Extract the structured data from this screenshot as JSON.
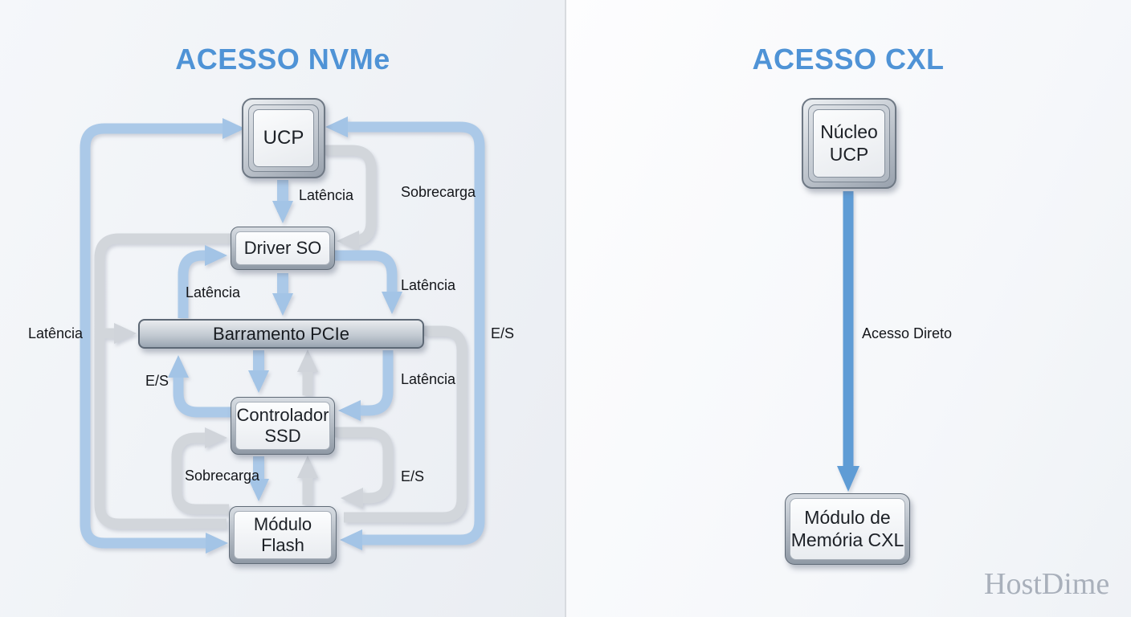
{
  "left_panel": {
    "title": "ACESSO NVMe",
    "boxes": {
      "ucp": {
        "label": "UCP"
      },
      "driver": {
        "label": "Driver SO"
      },
      "pcie": {
        "label": "Barramento PCIe"
      },
      "controlador": {
        "line1": "Controlador",
        "line2": "SSD"
      },
      "flash": {
        "line1": "Módulo",
        "line2": "Flash"
      }
    },
    "edge_labels": [
      {
        "id": "latencia-ucp-driver",
        "text": "Latência"
      },
      {
        "id": "sobrecarga-ucp-driver",
        "text": "Sobrecarga"
      },
      {
        "id": "latencia-pcie-driver-left",
        "text": "Latência"
      },
      {
        "id": "latencia-driver-pcie-right",
        "text": "Latência"
      },
      {
        "id": "latencia-left-long-loop",
        "text": "Latência"
      },
      {
        "id": "es-right-long-loop",
        "text": "E/S"
      },
      {
        "id": "es-ctrl-pcie-left",
        "text": "E/S"
      },
      {
        "id": "latencia-pcie-ctrl-right",
        "text": "Latência"
      },
      {
        "id": "sobrecarga-flash-ctrl",
        "text": "Sobrecarga"
      },
      {
        "id": "es-ctrl-flash-right",
        "text": "E/S"
      }
    ]
  },
  "right_panel": {
    "title": "ACESSO CXL",
    "boxes": {
      "nucleo": {
        "line1": "Núcleo",
        "line2": "UCP"
      },
      "memoria": {
        "line1": "Módulo de",
        "line2": "Memória CXL"
      }
    },
    "edge_labels": [
      {
        "id": "acesso-direto",
        "text": "Acesso Direto"
      }
    ]
  },
  "watermark": {
    "text": "HostDime"
  },
  "colors": {
    "title_blue": "#4f93d6",
    "arrow_blue": "#abc9e8",
    "arrow_gray": "#d2d6db",
    "cxl_arrow_blue": "#5f9cd5",
    "watermark_gray": "#a9b0bb"
  }
}
